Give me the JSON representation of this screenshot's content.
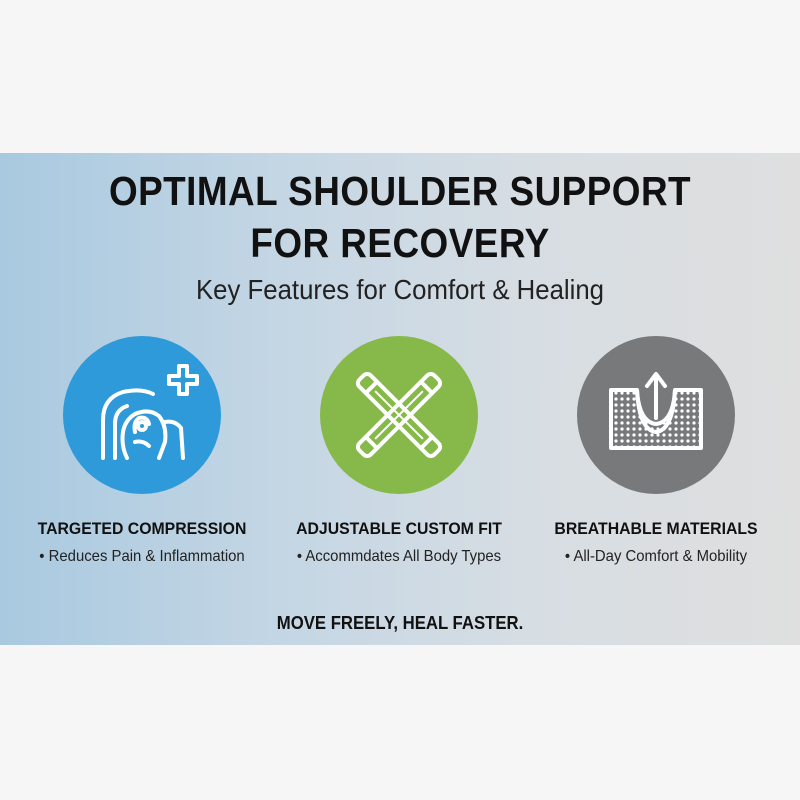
{
  "header": {
    "title_line1": "OPTIMAL SHOULDER SUPPORT",
    "title_line2": "FOR RECOVERY",
    "subtitle": "Key Features for Comfort & Healing"
  },
  "features": [
    {
      "icon": "shoulder-plus-icon",
      "color": "#2f9ad9",
      "title": "TARGETED COMPRESSION",
      "bullet": "• Reduces Pain & Inflammation"
    },
    {
      "icon": "crossed-straps-icon",
      "color": "#86b94a",
      "title": "ADJUSTABLE CUSTOM FIT",
      "bullet": "• Accommdates All Body Types"
    },
    {
      "icon": "breathable-fabric-icon",
      "color": "#77797b",
      "title": "BREATHABLE MATERIALS",
      "bullet": "• All-Day Comfort & Mobility"
    }
  ],
  "tagline": "MOVE FREELY, HEAL FASTER."
}
